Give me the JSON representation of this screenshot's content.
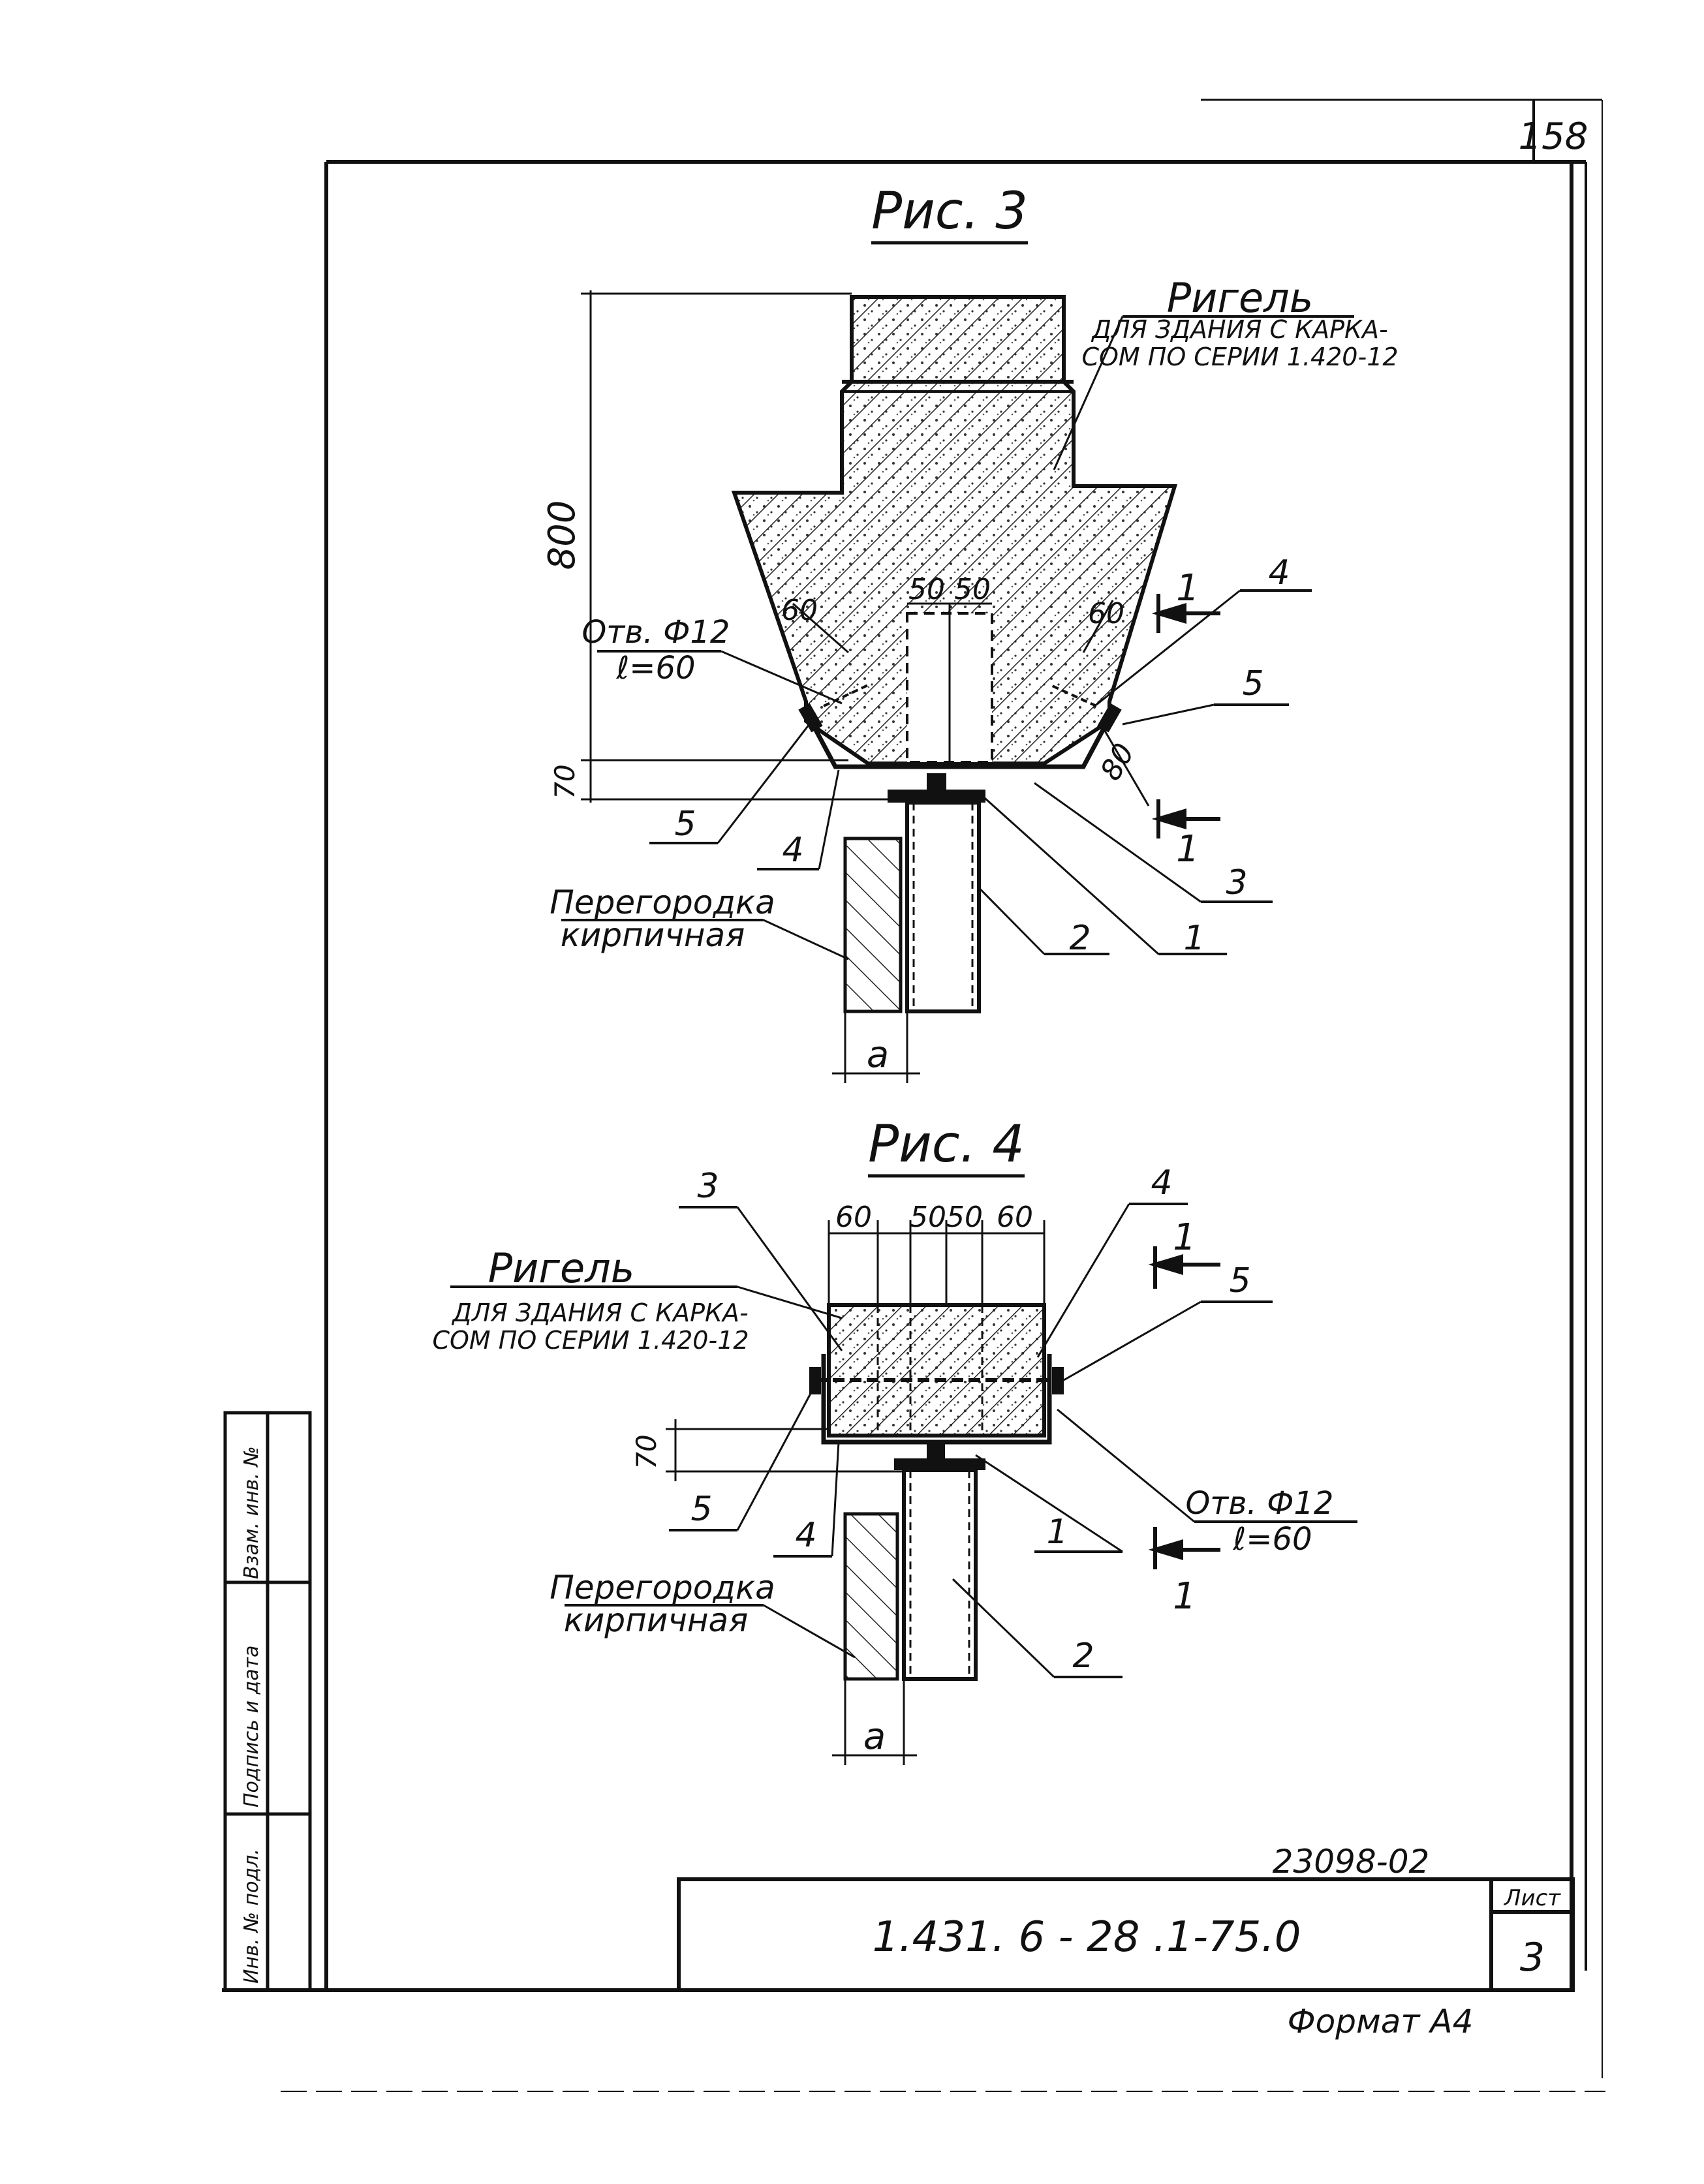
{
  "page_number": "158",
  "fig3": {
    "title": "Рис. 3",
    "beam_label": "Ригель",
    "beam_desc_1": "ДЛЯ ЗДАНИЯ С КАРКА-",
    "beam_desc_2": "СОМ ПО СЕРИИ 1.420-12",
    "dim_800": "800",
    "dim_70": "70",
    "dim_60_left": "60",
    "dim_60_right": "60",
    "dim_50_a": "50",
    "dim_50_b": "50",
    "dim_80": "80",
    "hole_1": "Отв. Ф12",
    "hole_2": "ℓ=60",
    "partition_1": "Перегородка",
    "partition_2": "кирпичная",
    "dim_a": "a",
    "callouts": {
      "c1": "1",
      "c2": "2",
      "c3": "3",
      "c4": "4",
      "c4b": "4",
      "c5": "5",
      "c5b": "5"
    },
    "section_top": "1",
    "section_bottom": "1"
  },
  "fig4": {
    "title": "Рис. 4",
    "beam_label": "Ригель",
    "beam_desc_1": "ДЛЯ ЗДАНИЯ С КАРКА-",
    "beam_desc_2": "СОМ ПО СЕРИИ 1.420-12",
    "dim_60_a": "60",
    "dim_50_a": "50",
    "dim_50_b": "50",
    "dim_60_b": "60",
    "dim_70": "70",
    "hole_1": "Отв. Ф12",
    "hole_2": "ℓ=60",
    "partition_1": "Перегородка",
    "partition_2": "кирпичная",
    "dim_a": "a",
    "callouts": {
      "c1": "1",
      "c2": "2",
      "c3": "3",
      "c4": "4",
      "c4b": "4",
      "c5": "5",
      "c5b": "5"
    },
    "section_top": "1",
    "section_bottom": "1"
  },
  "margin": {
    "inv_orig": "Инв. № подл.",
    "signature": "Подпись и дата",
    "inv_repl": "Взам. инв. №"
  },
  "stamp": {
    "archive_no": "23098-02",
    "designation": "1.431. 6 - 28 .1-75.0",
    "sheet_label": "Лист",
    "sheet_no": "3",
    "format": "Формат А4"
  }
}
